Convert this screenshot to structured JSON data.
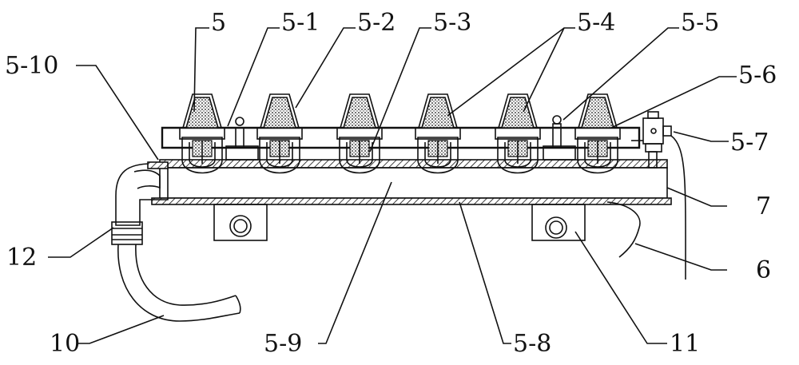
{
  "labels": {
    "l5": "5",
    "l5_1": "5-1",
    "l5_2": "5-2",
    "l5_3": "5-3",
    "l5_4": "5-4",
    "l5_5": "5-5",
    "l5_6": "5-6",
    "l5_7": "5-7",
    "l5_8": "5-8",
    "l5_9": "5-9",
    "l5_10": "5-10",
    "l6": "6",
    "l7": "7",
    "l10": "10",
    "l11": "11",
    "l12": "12"
  },
  "colors": {
    "line": "#111111",
    "background": "#ffffff"
  }
}
